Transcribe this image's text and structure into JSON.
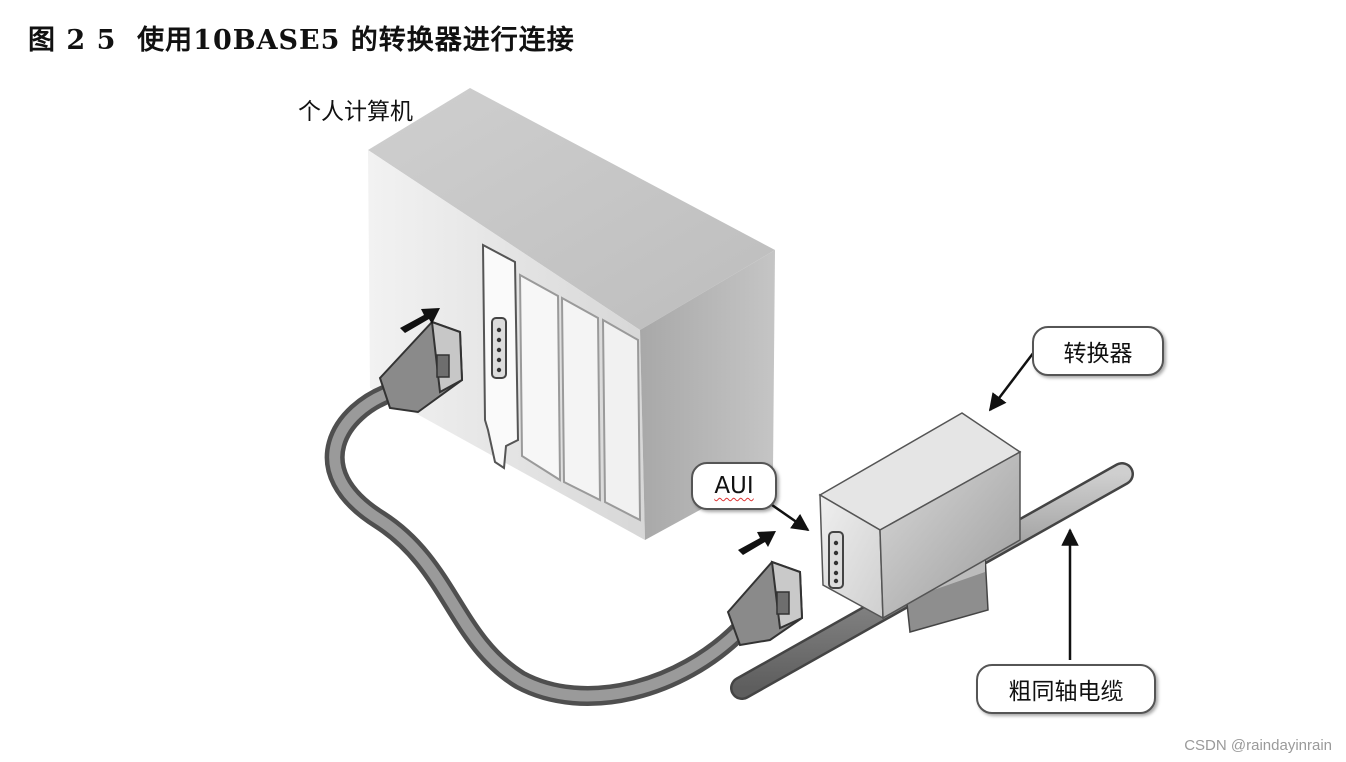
{
  "title": {
    "text": "图 2 5  使用10BASE5 的转换器进行连接"
  },
  "labels": {
    "pc": "个人计算机",
    "aui": "AUI",
    "transceiver": "转换器",
    "thick_coax": "粗同轴电缆"
  },
  "watermark": "CSDN @raindayinrain",
  "colors": {
    "pc_light": "#e6e6e6",
    "pc_dark": "#b5b5b5",
    "cable": "#8f8f8f",
    "coax": "#9a9a9a",
    "arrow": "#111111"
  }
}
